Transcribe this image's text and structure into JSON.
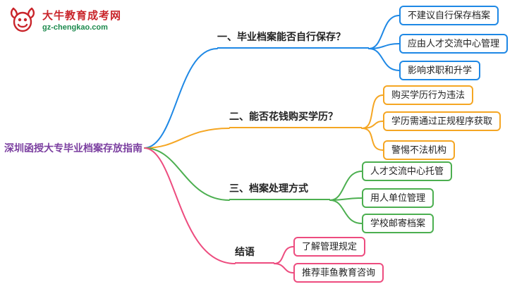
{
  "logo": {
    "site_name": "大牛教育成考网",
    "site_url": "gz-chengkao.com",
    "icon": "bull-icon",
    "name_color": "#c9252b",
    "url_color": "#1d8a4e"
  },
  "root": {
    "label": "深圳函授大专毕业档案存放指南",
    "color": "#7b3fa0"
  },
  "branches": [
    {
      "label": "一、毕业档案能否自行保存？",
      "color": "#1e88e5",
      "children": [
        {
          "label": "不建议自行保存档案"
        },
        {
          "label": "应由人才交流中心管理"
        },
        {
          "label": "影响求职和升学"
        }
      ]
    },
    {
      "label": "二、能否花钱购买学历？",
      "color": "#f5a623",
      "children": [
        {
          "label": "购买学历行为违法"
        },
        {
          "label": "学历需通过正规程序获取"
        },
        {
          "label": "警惕不法机构"
        }
      ]
    },
    {
      "label": "三、档案处理方式",
      "color": "#4caf50",
      "children": [
        {
          "label": "人才交流中心托管"
        },
        {
          "label": "用人单位管理"
        },
        {
          "label": "学校邮寄档案"
        }
      ]
    },
    {
      "label": "结语",
      "color": "#ed4c7f",
      "children": [
        {
          "label": "了解管理规定"
        },
        {
          "label": "推荐菲鱼教育咨询"
        }
      ]
    }
  ]
}
